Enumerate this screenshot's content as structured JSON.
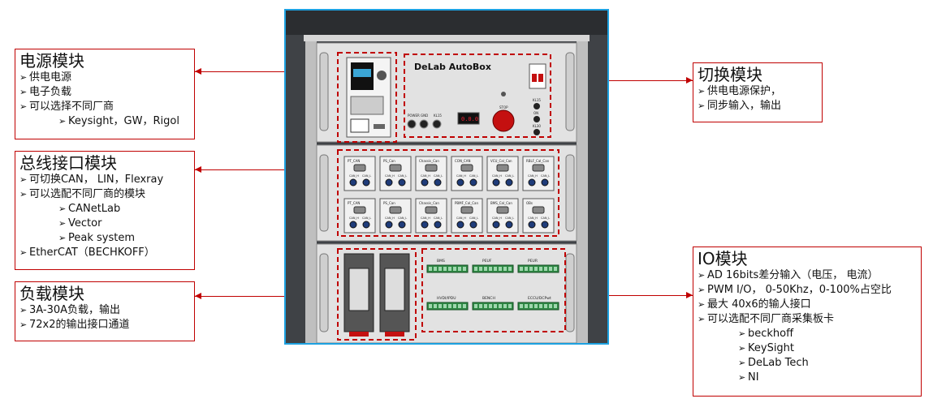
{
  "callouts": {
    "power": {
      "title": "电源模块",
      "items": [
        "供电电源",
        "电子负载",
        "可以选择不同厂商"
      ],
      "subitems": [
        "Keysight，GW，Rigol"
      ]
    },
    "bus": {
      "title": "总线接口模块",
      "items": [
        "可切换CAN， LIN，Flexray",
        "可以选配不同厂商的模块"
      ],
      "subitems": [
        "CANetLab",
        "Vector",
        "Peak system"
      ],
      "after": "EtherCAT（BECHKOFF）"
    },
    "load": {
      "title": "负载模块",
      "items": [
        "3A-30A负载，输出",
        "72x2的输出接口通道"
      ]
    },
    "switch": {
      "title": "切换模块",
      "items": [
        "供电电源保护，",
        "同步输入，输出"
      ]
    },
    "io": {
      "title": "IO模块",
      "items": [
        "AD 16bits差分输入（电压， 电流）",
        "PWM I/O， 0-50Khz，0-100%占空比",
        "最大 40x6的输人接口",
        "可以选配不同厂商采集板卡"
      ],
      "subitems": [
        "beckhoff",
        "KeySight",
        "DeLab Tech",
        "NI"
      ]
    }
  },
  "rack": {
    "brand": "DeLab AutoBox",
    "switch_labels": [
      "POWER",
      "GND",
      "KL15"
    ],
    "right_labels": [
      "KL15",
      "ON",
      "KL30"
    ],
    "stop_label": "STOP",
    "display_value": "0.0.0",
    "bus_top_labels": [
      "PT_CAN",
      "PS_Can",
      "Chassis_Can",
      "CON_CAN",
      "VCU_Cal_Can",
      "RBLF_Cal_Can"
    ],
    "bus_bottom_labels": [
      "PT_CAN",
      "PS_Can",
      "Chassis_Can",
      "PBMF_Cal_Can",
      "BMS_Cal_Can",
      "OBs"
    ],
    "bus_port_labels": [
      "CAN_H",
      "CAN_L"
    ],
    "io_labels": [
      "BMS",
      "PEUF",
      "PEUR",
      "HVDI/IPDU",
      "BENCH",
      "ECCU/DCPwt"
    ]
  },
  "colors": {
    "accent": "#c00000",
    "frame_border": "#1da1e0",
    "rack_dark": "#3f4246",
    "panel_gray": "#dedede",
    "terminal_green": "#2f8a45"
  }
}
